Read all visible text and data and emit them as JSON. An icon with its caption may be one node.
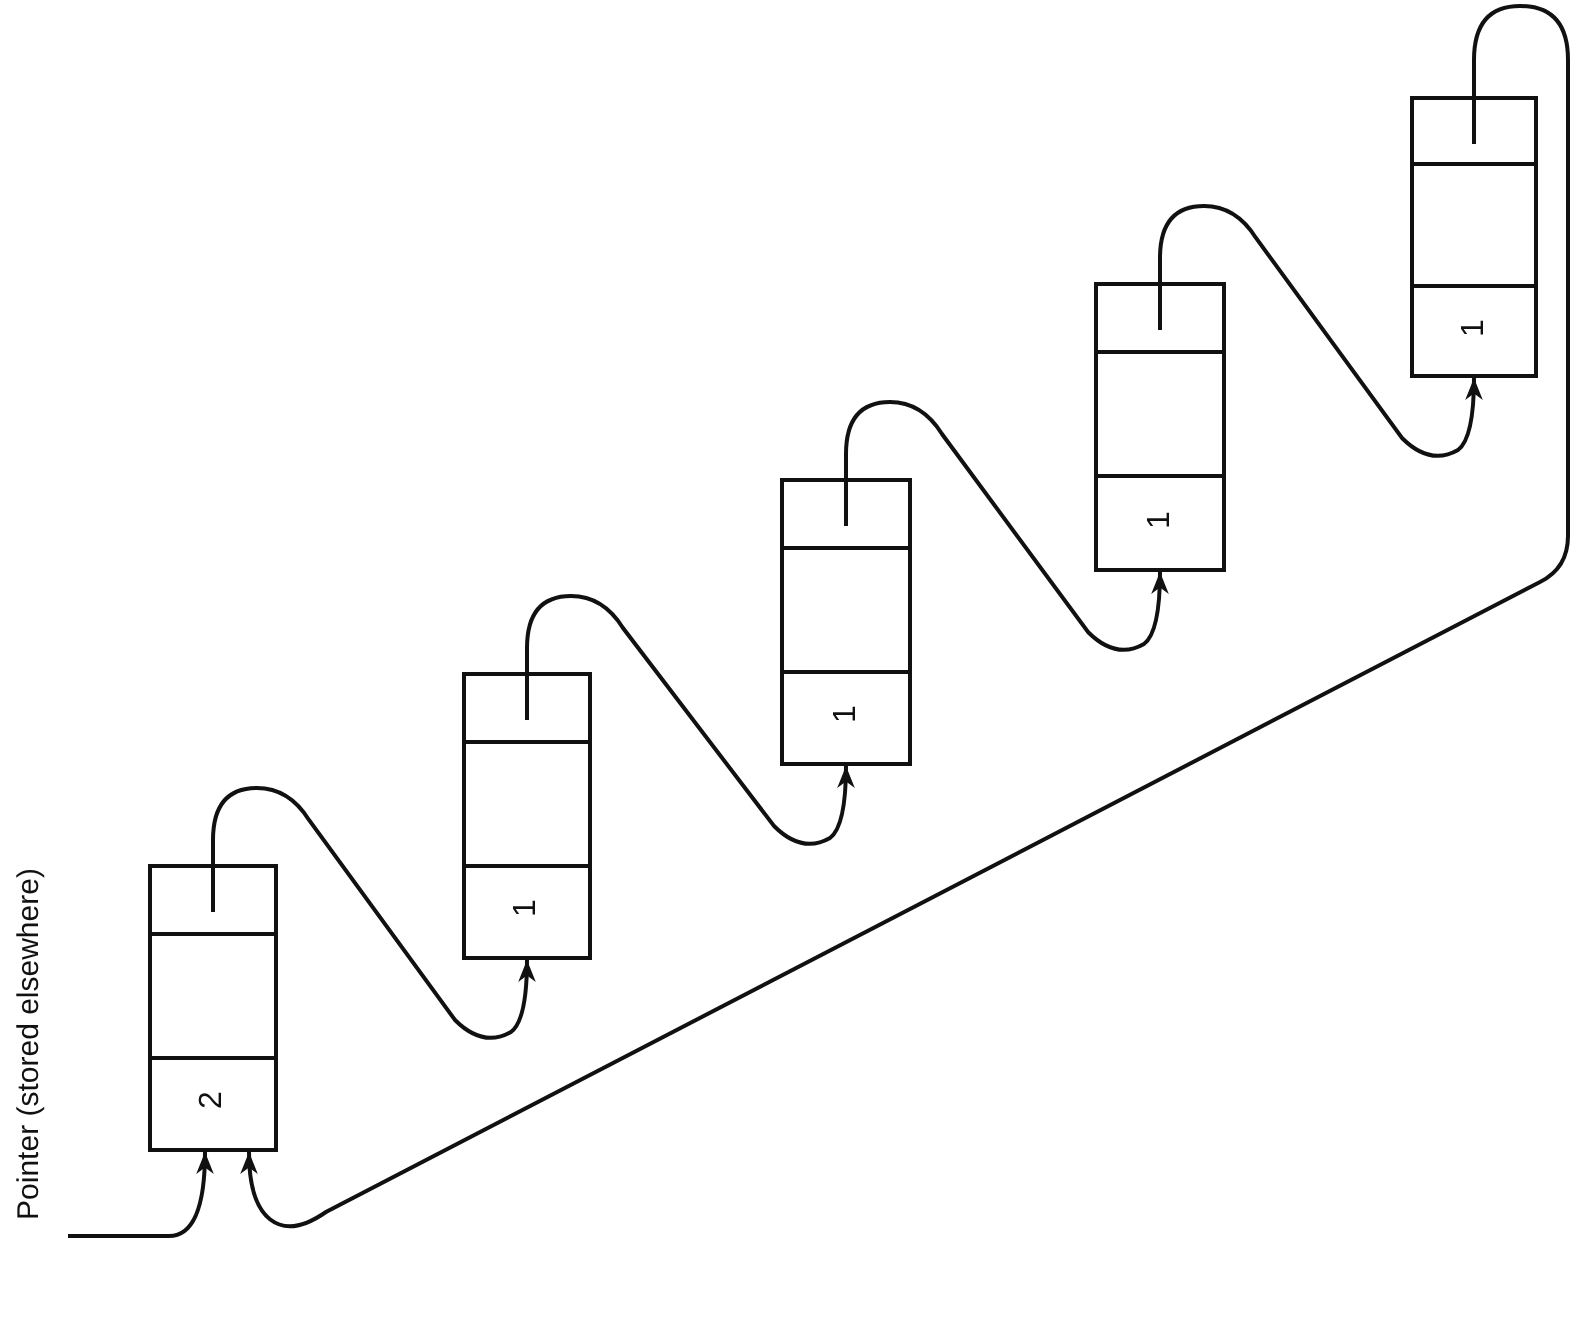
{
  "diagram": {
    "nodes": [
      {
        "text": [
          "Pointer (stored elsewhere)"
        ]
      },
      {
        "text": [
          "2"
        ]
      },
      {
        "text": [
          "1"
        ]
      },
      {
        "text": [
          "1"
        ]
      },
      {
        "text": [
          "1"
        ]
      },
      {
        "text": [
          "1"
        ]
      }
    ],
    "edges": [
      {
        "from": 0,
        "to": 1,
        "arrow": "to"
      },
      {
        "from": 1,
        "to": 2,
        "arrow": "to"
      },
      {
        "from": 2,
        "to": 3,
        "arrow": "to"
      },
      {
        "from": 3,
        "to": 4,
        "arrow": "to"
      },
      {
        "from": 4,
        "to": 5,
        "arrow": "to"
      },
      {
        "from": 5,
        "to": 1,
        "arrow": "to"
      }
    ]
  }
}
